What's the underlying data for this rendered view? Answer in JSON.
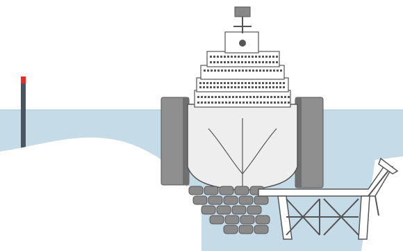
{
  "diagram": {
    "kind": "ship-salvage-cross-section",
    "components": [
      "sea",
      "seabed-slope",
      "marker-pole",
      "cruise-ship-bow-view",
      "port-sponson",
      "starboard-sponson",
      "grout-bag-stack",
      "underwater-support-platform"
    ]
  },
  "colors": {
    "sea": "#c6dbe8",
    "sea_line": "#a9c4d6",
    "seabed": "#ffffff",
    "ship_hull": "#eeeeee",
    "ship_outline": "#555555",
    "sponson": "#8f8f8f",
    "sponson_dark": "#6f6f6f",
    "grout_bag": "#8a8a8a",
    "platform": "#ffffff",
    "pole": "#4a5560",
    "pole_tip": "#d9342b",
    "flag": "#888888"
  }
}
